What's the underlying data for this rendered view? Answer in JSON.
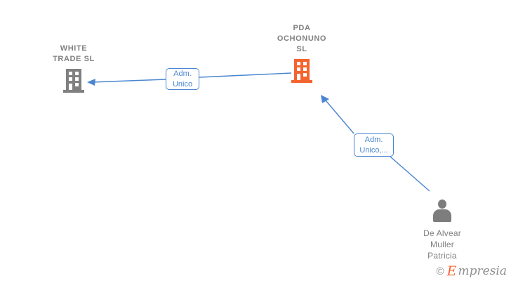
{
  "background": "#ffffff",
  "colors": {
    "company_primary": "#f4642f",
    "company_secondary": "#808080",
    "person": "#7d7d7d",
    "edge": "#4a86d0",
    "label_text": "#808080",
    "watermark_orange": "#f4642f",
    "watermark_gray": "#8e8e8e"
  },
  "nodes": {
    "main_company": {
      "label": "PDA\nOCHONUNO\nSL",
      "icon": "building-icon",
      "color": "#f4642f"
    },
    "related_company": {
      "label": "WHITE\nTRADE  SL",
      "icon": "building-icon",
      "color": "#808080"
    },
    "person": {
      "label": "De Alvear\nMuller\nPatricia",
      "icon": "person-icon",
      "color": "#7d7d7d"
    }
  },
  "edges": [
    {
      "id": "edge-main-to-white-trade",
      "label": "Adm.\nUnico",
      "from": "main_company",
      "to": "related_company"
    },
    {
      "id": "edge-person-to-main",
      "label": "Adm.\nUnico,...",
      "from": "person",
      "to": "main_company"
    }
  ],
  "watermark": {
    "copyright": "©",
    "brand_initial": "E",
    "brand_rest": "mpresia"
  }
}
